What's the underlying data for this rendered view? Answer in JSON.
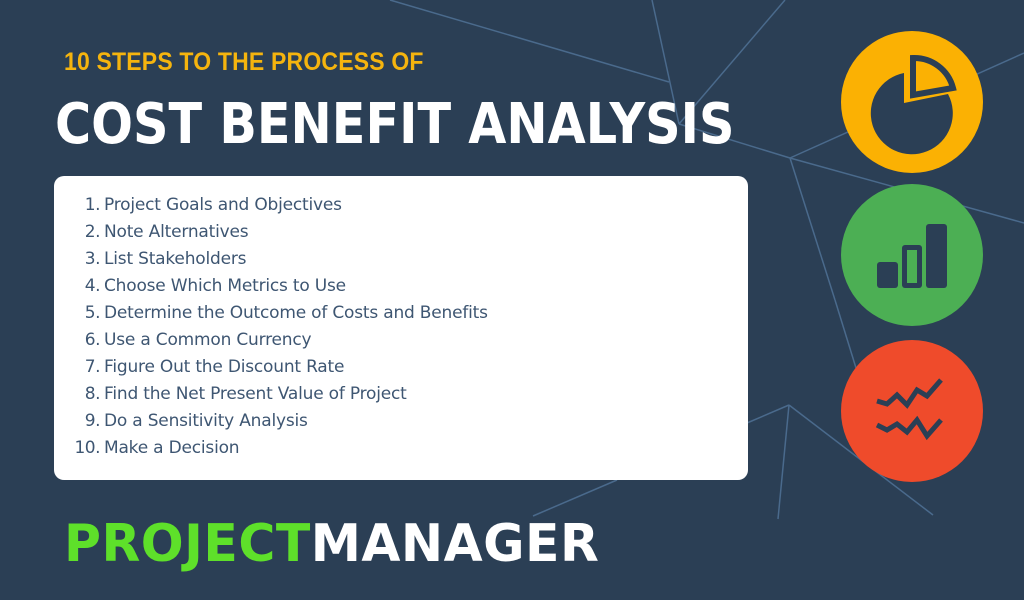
{
  "header": {
    "subtitle": "10 STEPS TO THE PROCESS OF",
    "title": "COST BENEFIT ANALYSIS"
  },
  "steps": [
    {
      "num": "1.",
      "label": "Project Goals and Objectives"
    },
    {
      "num": "2.",
      "label": "Note Alternatives"
    },
    {
      "num": "3.",
      "label": "List Stakeholders"
    },
    {
      "num": "4.",
      "label": "Choose Which Metrics to Use"
    },
    {
      "num": "5.",
      "label": "Determine the Outcome of Costs and Benefits"
    },
    {
      "num": "6.",
      "label": "Use a Common Currency"
    },
    {
      "num": "7.",
      "label": "Figure Out the Discount Rate"
    },
    {
      "num": "8.",
      "label": "Find the Net Present Value of Project"
    },
    {
      "num": "9.",
      "label": "Do a Sensitivity Analysis"
    },
    {
      "num": "10.",
      "label": "Make a Decision"
    }
  ],
  "icons": [
    {
      "name": "pie-chart-icon",
      "color": "#fbb103"
    },
    {
      "name": "bar-chart-icon",
      "color": "#4caf54"
    },
    {
      "name": "trend-lines-icon",
      "color": "#ef4b2b"
    }
  ],
  "logo": {
    "part1": "PROJECT",
    "part2": "MANAGER",
    "part1_color": "#5ee02a",
    "part2_color": "#ffffff"
  },
  "colors": {
    "background": "#2b3f55",
    "subtitle": "#f5b40e",
    "list_text": "#3e5672",
    "line": "#4a6a8c"
  }
}
